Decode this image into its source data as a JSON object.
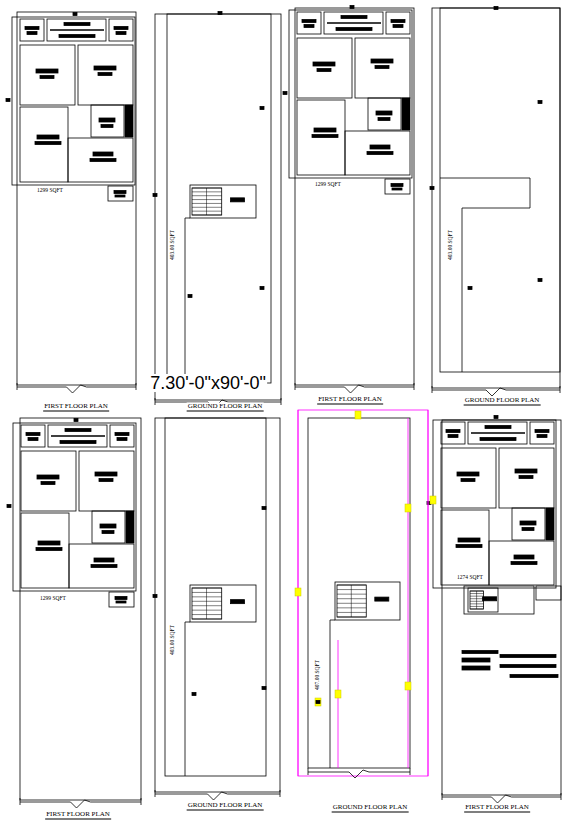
{
  "diagram": {
    "title": "7.30'-0\"x90'-0\"",
    "labels": [
      "1299 SQFT",
      "403.00 SQFT",
      "1299 SQFT",
      "403.00 SQFT",
      "FIRST FLOOR PLAN",
      "GROUND FLOOR PLAN",
      "FIRST FLOOR PLAN",
      "GROUND FLOOR PLAN",
      "1299 SQFT",
      "403.00 SQFT",
      "407.00 SQFT",
      "1274 SQFT",
      "FIRST FLOOR PLAN",
      "GROUND FLOOR PLAN",
      "GROUND FLOOR PLAN",
      "FIRST FLOOR PLAN"
    ]
  }
}
